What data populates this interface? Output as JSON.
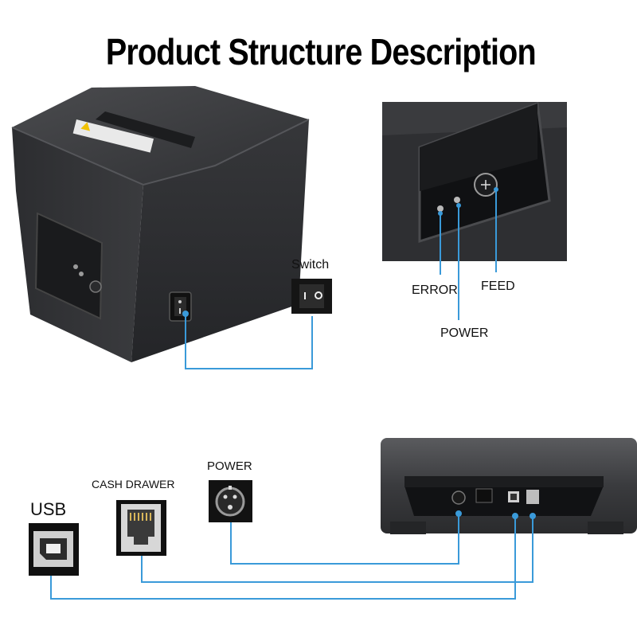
{
  "title": "Product Structure Description",
  "labels": {
    "switch": "Switch",
    "error": "ERROR",
    "feed": "FEED",
    "power_button": "POWER",
    "power_port": "POWER",
    "cash_drawer": "CASH DRAWER",
    "usb": "USB"
  },
  "colors": {
    "leader_line": "#3a9ad9",
    "printer_body": "#2b2c2e",
    "background": "#ffffff"
  }
}
